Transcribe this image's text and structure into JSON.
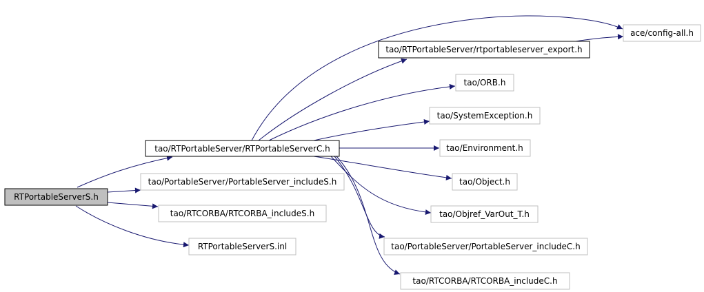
{
  "colors": {
    "edge": "#191970",
    "root_fill": "#bfbfbf",
    "node_border_strong": "#000000",
    "node_border_light": "#bfbfbf",
    "background": "#ffffff"
  },
  "nodes": {
    "root": {
      "label": "RTPortableServerS.h",
      "style": "root"
    },
    "rtportableserverc": {
      "label": "tao/RTPortableServer/RTPortableServerC.h",
      "style": "strong"
    },
    "portableserver_includes": {
      "label": "tao/PortableServer/PortableServer_includeS.h",
      "style": "light"
    },
    "rtcorba_includes": {
      "label": "tao/RTCORBA/RTCORBA_includeS.h",
      "style": "light"
    },
    "rtportableservers_inl": {
      "label": "RTPortableServerS.inl",
      "style": "light"
    },
    "config_all": {
      "label": "ace/config-all.h",
      "style": "light"
    },
    "rtportableserver_export": {
      "label": "tao/RTPortableServer/rtportableserver_export.h",
      "style": "strong"
    },
    "orb": {
      "label": "tao/ORB.h",
      "style": "light"
    },
    "systemexception": {
      "label": "tao/SystemException.h",
      "style": "light"
    },
    "environment": {
      "label": "tao/Environment.h",
      "style": "light"
    },
    "object": {
      "label": "tao/Object.h",
      "style": "light"
    },
    "objref_varout": {
      "label": "tao/Objref_VarOut_T.h",
      "style": "light"
    },
    "portableserver_includec": {
      "label": "tao/PortableServer/PortableServer_includeC.h",
      "style": "light"
    },
    "rtcorba_includec": {
      "label": "tao/RTCORBA/RTCORBA_includeC.h",
      "style": "light"
    }
  }
}
